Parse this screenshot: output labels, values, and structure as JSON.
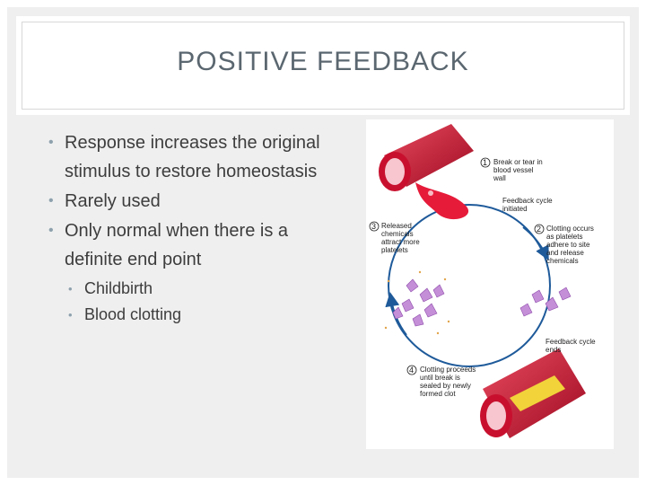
{
  "slide": {
    "title": "POSITIVE FEEDBACK",
    "bullets": [
      {
        "text": "Response increases the original stimulus to restore homeostasis"
      },
      {
        "text": "Rarely used"
      },
      {
        "text": "Only normal when there is a definite end point"
      }
    ],
    "sub_bullets": [
      "Childbirth",
      "Blood clotting"
    ]
  },
  "figure": {
    "step1": {
      "num": "1",
      "lines": [
        "Break or tear in",
        "blood vessel",
        "wall"
      ]
    },
    "cycle_start": {
      "lines": [
        "Feedback cycle",
        "initiated"
      ]
    },
    "step2": {
      "num": "2",
      "lines": [
        "Clotting occurs",
        "as platelets",
        "adhere to site",
        "and release",
        "chemicals"
      ]
    },
    "step3": {
      "num": "3",
      "lines": [
        "Released",
        "chemicals",
        "attract more",
        "platelets"
      ]
    },
    "cycle_end": {
      "lines": [
        "Feedback cycle",
        "ends"
      ]
    },
    "step4": {
      "num": "4",
      "lines": [
        "Clotting proceeds",
        "until break is",
        "sealed by newly",
        "formed clot"
      ]
    },
    "colors": {
      "vessel": "#c8102e",
      "vessel_light": "#e84a5f",
      "platelet": "#c58fd8",
      "clot": "#f2d33a",
      "arrow": "#1e5a9a"
    }
  }
}
